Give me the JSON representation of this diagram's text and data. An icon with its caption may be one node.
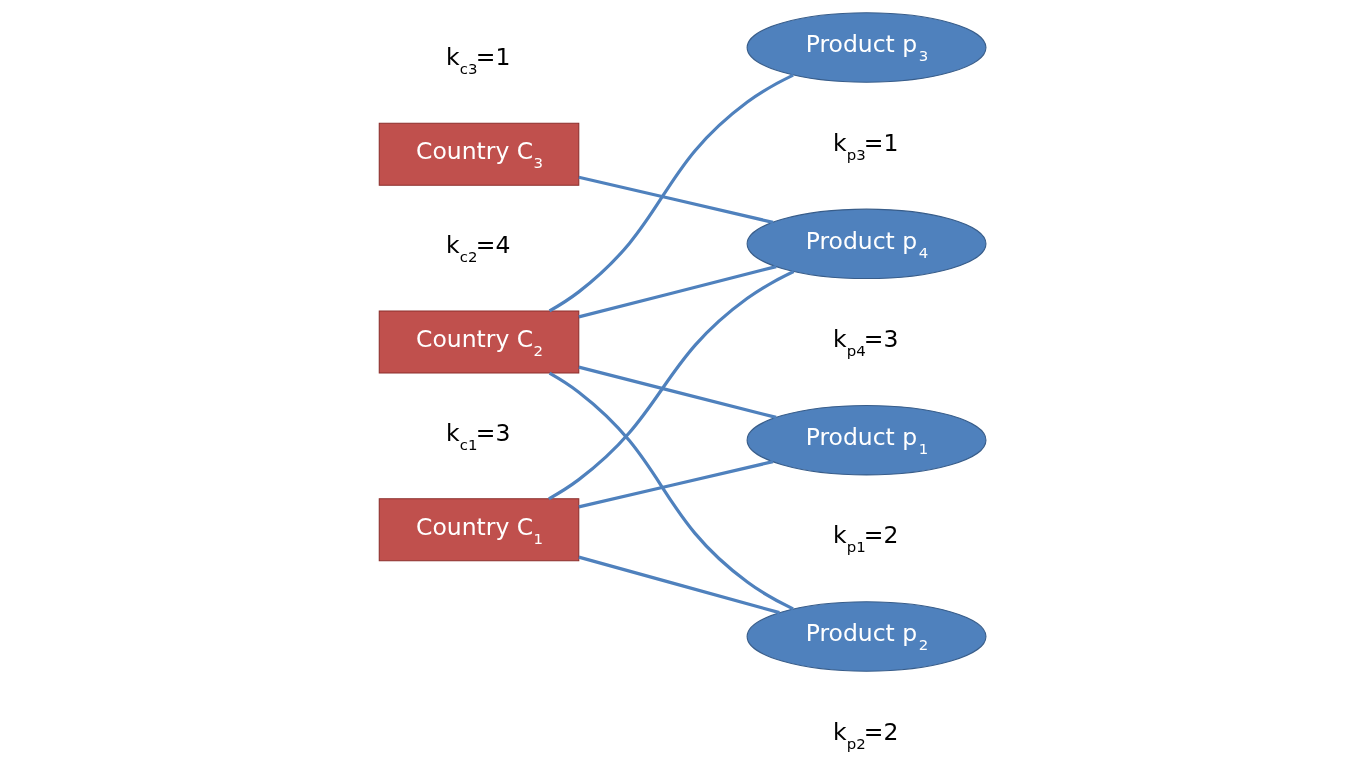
{
  "diagram": {
    "nodes": [
      {
        "text": [
          "Country C$_{1}$"
        ],
        "beside": [
          "k$_{c1}$=3"
        ]
      },
      {
        "text": [
          "Country C$_{2}$"
        ],
        "beside": [
          "k$_{c2}$=4"
        ]
      },
      {
        "text": [
          "Country C$_{3}$"
        ],
        "beside": [
          "k$_{c3}$=1"
        ]
      },
      {
        "text": [
          "Product p$_{1}$"
        ],
        "beside": [
          "k$_{p1}$=2"
        ]
      },
      {
        "text": [
          "Product p$_{2}$"
        ],
        "beside": [
          "k$_{p2}$=2"
        ]
      },
      {
        "text": [
          "Product p$_{3}$"
        ],
        "beside": [
          "k$_{p3}$=1"
        ]
      },
      {
        "text": [
          "Product p$_{4}$"
        ],
        "beside": [
          "k$_{p4}$=3"
        ]
      }
    ],
    "edges": [
      {
        "from": 0,
        "to": 3,
        "arrow": "none"
      },
      {
        "from": 0,
        "to": 4,
        "arrow": "none"
      },
      {
        "from": 0,
        "to": 6,
        "arrow": "none"
      },
      {
        "from": 1,
        "to": 3,
        "arrow": "none"
      },
      {
        "from": 1,
        "to": 4,
        "arrow": "none"
      },
      {
        "from": 1,
        "to": 5,
        "arrow": "none"
      },
      {
        "from": 1,
        "to": 6,
        "arrow": "none"
      },
      {
        "from": 2,
        "to": 6,
        "arrow": "none"
      }
    ]
  }
}
